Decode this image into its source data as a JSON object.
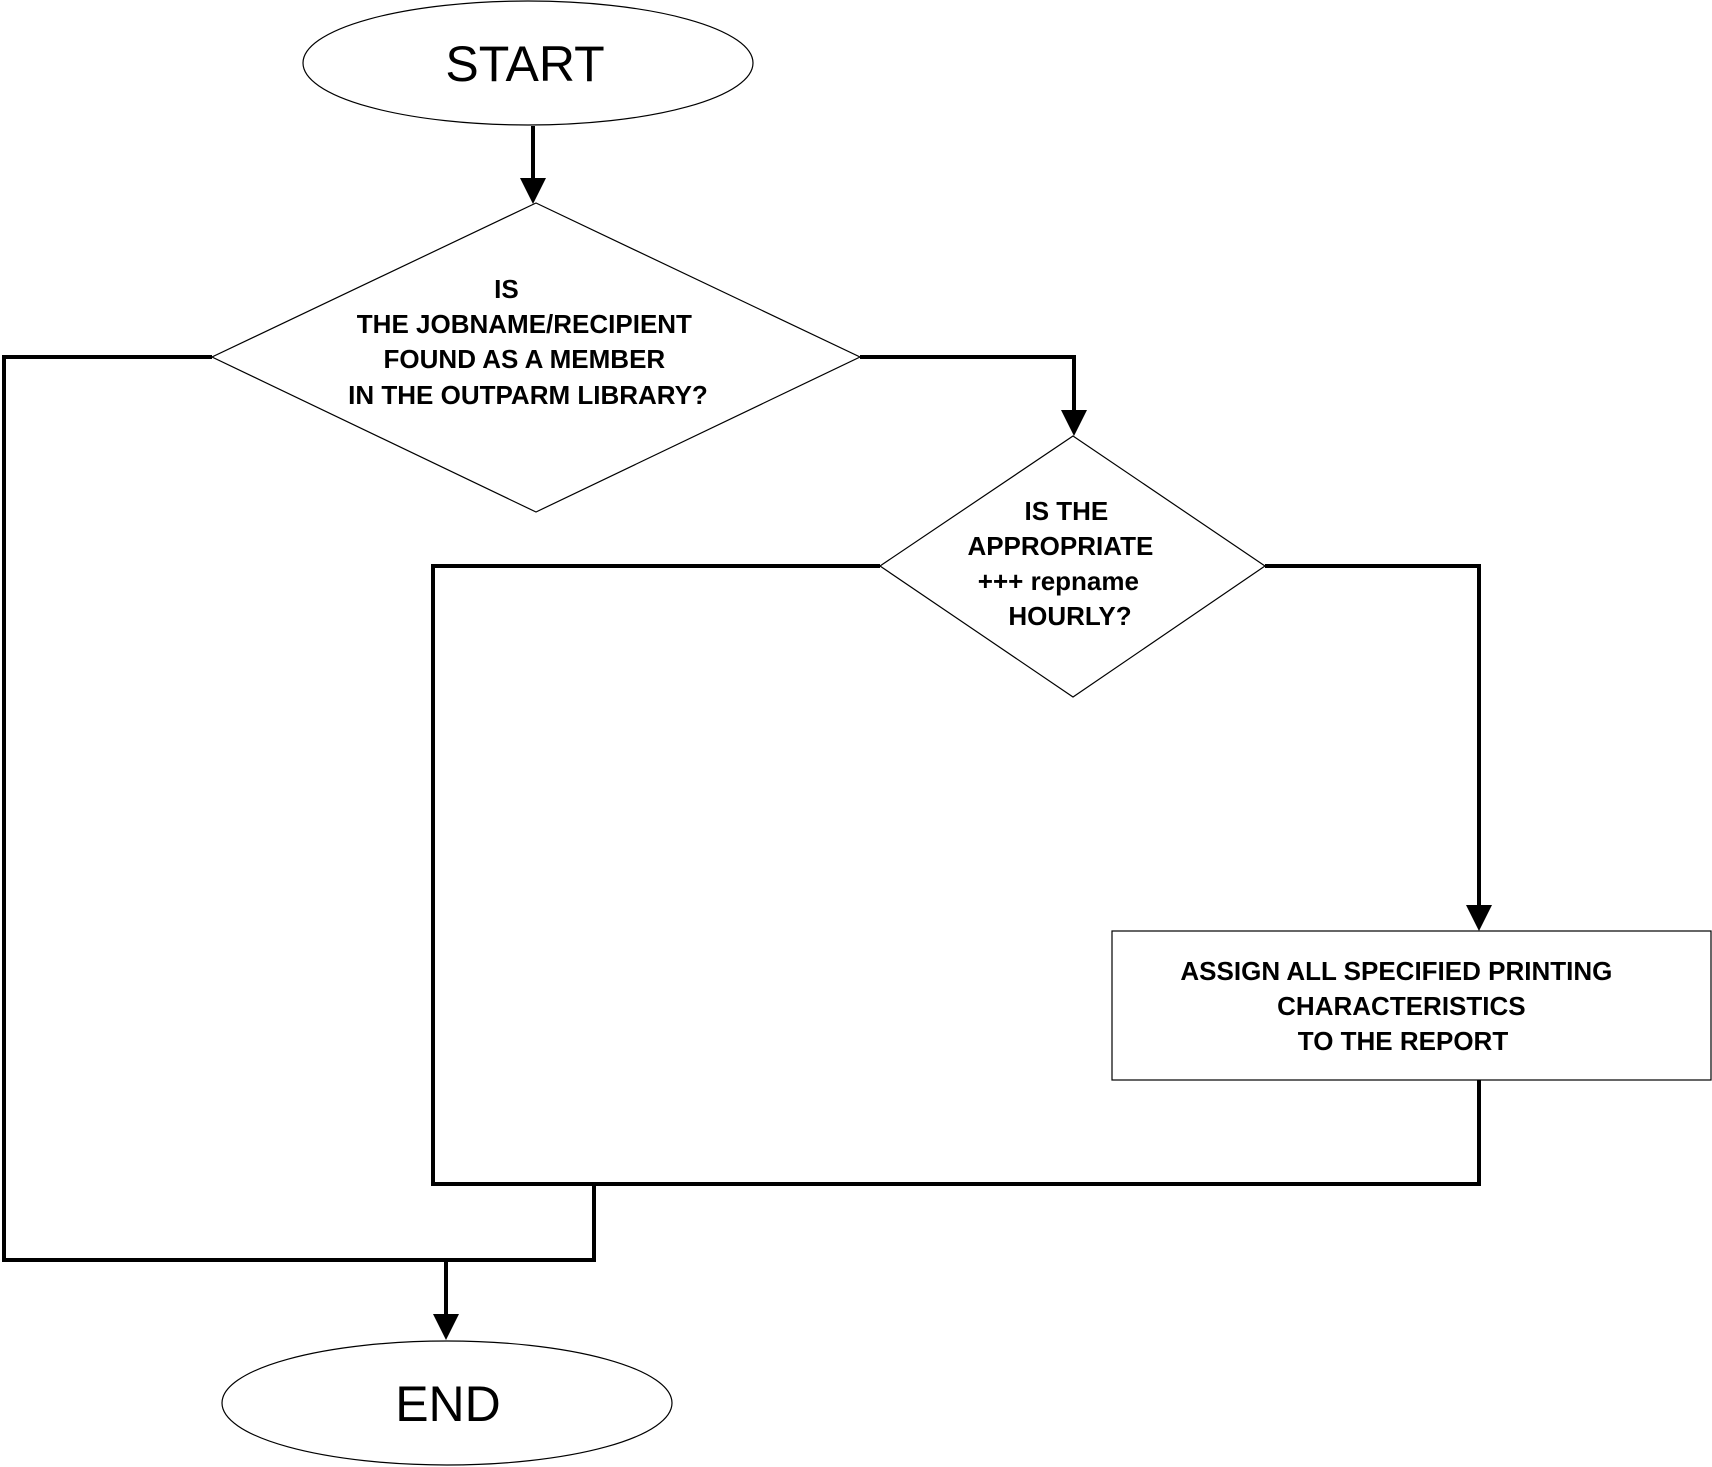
{
  "flowchart": {
    "start_label": "START",
    "end_label": "END",
    "decision1": {
      "lines": [
        "IS",
        "THE JOBNAME/RECIPIENT",
        "FOUND AS A MEMBER",
        "IN THE OUTPARM LIBRARY?"
      ]
    },
    "decision2": {
      "lines": [
        "IS THE",
        "APPROPRIATE",
        "+++ repname",
        "HOURLY?"
      ]
    },
    "process1": {
      "lines": [
        "ASSIGN ALL SPECIFIED PRINTING",
        "CHARACTERISTICS",
        "TO THE REPORT"
      ]
    }
  }
}
